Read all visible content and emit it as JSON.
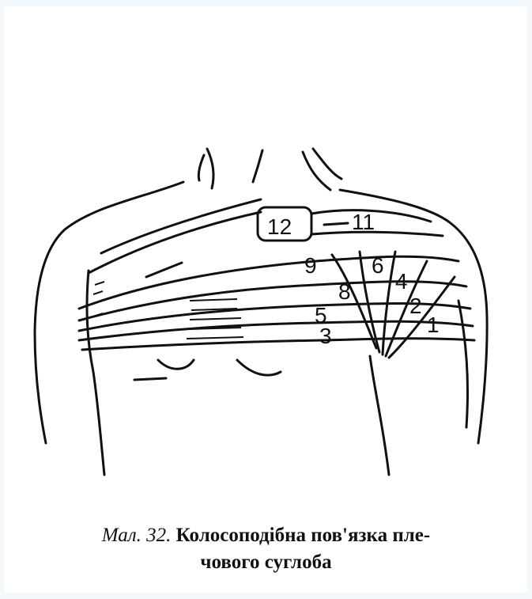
{
  "figure": {
    "band_numbers": [
      "1",
      "2",
      "3",
      "4",
      "5",
      "6",
      "8",
      "9",
      "11",
      "12"
    ]
  },
  "caption": {
    "label": "Мал. 32.",
    "title_line1": "Колосоподібна пов'язка пле-",
    "title_line2": "чового суглоба"
  }
}
